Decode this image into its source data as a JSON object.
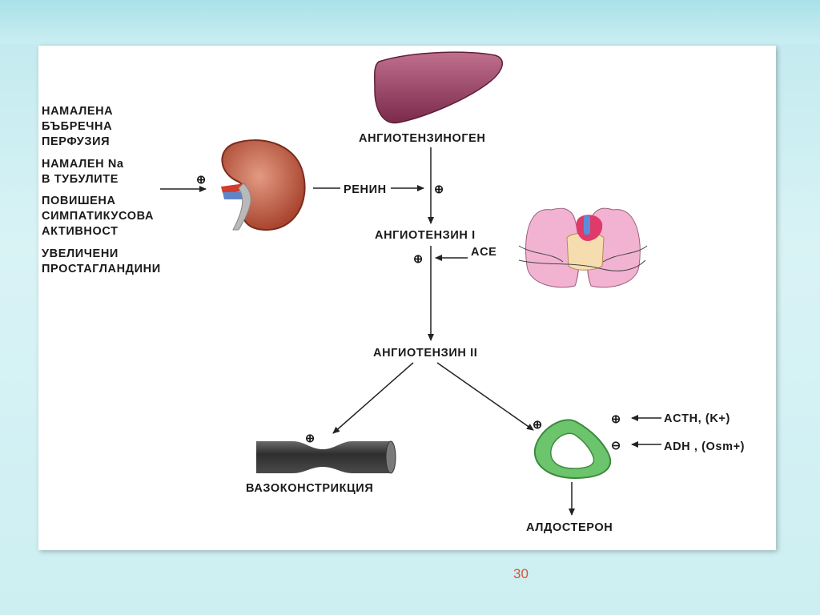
{
  "causes": [
    "НАМАЛЕНА",
    "БЪБРЕЧНА",
    "ПЕРФУЗИЯ",
    "НАМАЛЕН Na",
    "В ТУБУЛИТЕ",
    "ПОВИШЕНА",
    "СИМПАТИКУСОВА",
    "АКТИВНОСТ",
    "УВЕЛИЧЕНИ",
    "ПРОСТАГЛАНДИНИ"
  ],
  "nodes": {
    "angiotensinogen": "АНГИОТЕНЗИНОГЕН",
    "renin": "РЕНИН",
    "angiotensin1": "АНГИОТЕНЗИН I",
    "ace": "ACE",
    "angiotensin2": "АНГИОТЕНЗИН II",
    "vasoconstriction": "ВАЗОКОНСТРИКЦИЯ",
    "aldosterone": "АЛДОСТЕРОН",
    "acth": "ACTH, (K+)",
    "adh": "ADH , (Osm+)"
  },
  "symbols": {
    "plus": "⊕",
    "minus": "⊖"
  },
  "icons": [
    "liver-icon",
    "kidney-icon",
    "lungs-heart-icon",
    "blood-vessel-icon",
    "adrenal-cell-icon"
  ],
  "colors": {
    "liver": "#8e3a5c",
    "kidney": "#9a3e2c",
    "lungs": "#f2b3d2",
    "adrenal": "#6cc56c",
    "vessel": "#3a3a3a",
    "page_number": "#d4553a"
  },
  "page_number": "30"
}
